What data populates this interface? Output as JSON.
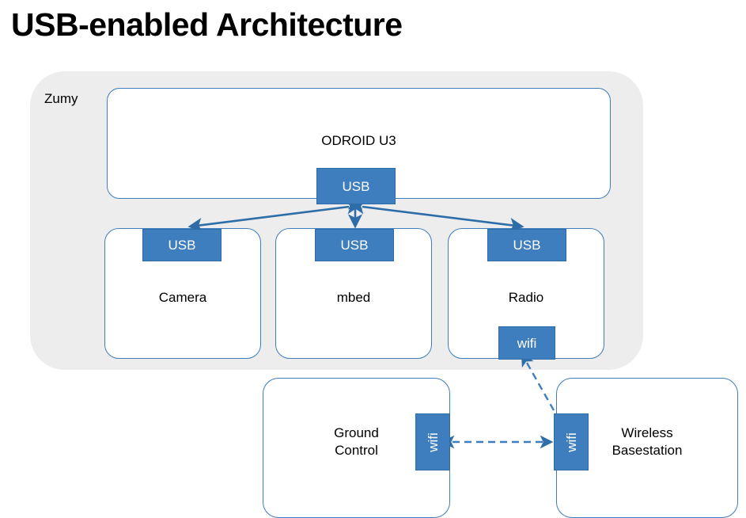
{
  "slide": {
    "title": "USB-enabled Architecture",
    "background_color": "#FFFFFF"
  },
  "colors": {
    "accent_blue": "#3E7DBE",
    "border_blue": "#2E6DA8",
    "enclosure_gray": "#EDEDED",
    "text_black": "#000000",
    "port_text": "#FFFFFF"
  },
  "enclosure": {
    "label": "Zumy"
  },
  "nodes": {
    "odroid": {
      "label": "ODROID U3"
    },
    "camera": {
      "label": "Camera"
    },
    "mbed": {
      "label": "mbed"
    },
    "radio": {
      "label": "Radio"
    },
    "ground_control": {
      "label": "Ground\nControl"
    },
    "basestation": {
      "label": "Wireless\nBasestation"
    }
  },
  "ports": {
    "odroid_usb": {
      "label": "USB"
    },
    "camera_usb": {
      "label": "USB"
    },
    "mbed_usb": {
      "label": "USB"
    },
    "radio_usb": {
      "label": "USB"
    },
    "radio_wifi": {
      "label": "wifi"
    },
    "ground_wifi": {
      "label": "wifi"
    },
    "basestation_wifi": {
      "label": "wifi"
    }
  },
  "connections": [
    {
      "from": "odroid_usb",
      "to": "camera_usb",
      "style": "solid",
      "arrows": "double"
    },
    {
      "from": "odroid_usb",
      "to": "mbed_usb",
      "style": "solid",
      "arrows": "double"
    },
    {
      "from": "odroid_usb",
      "to": "radio_usb",
      "style": "solid",
      "arrows": "double"
    },
    {
      "from": "radio_wifi",
      "to": "basestation_wifi",
      "style": "dashed",
      "arrows": "double"
    },
    {
      "from": "ground_wifi",
      "to": "basestation_wifi",
      "style": "dashed",
      "arrows": "double"
    }
  ]
}
